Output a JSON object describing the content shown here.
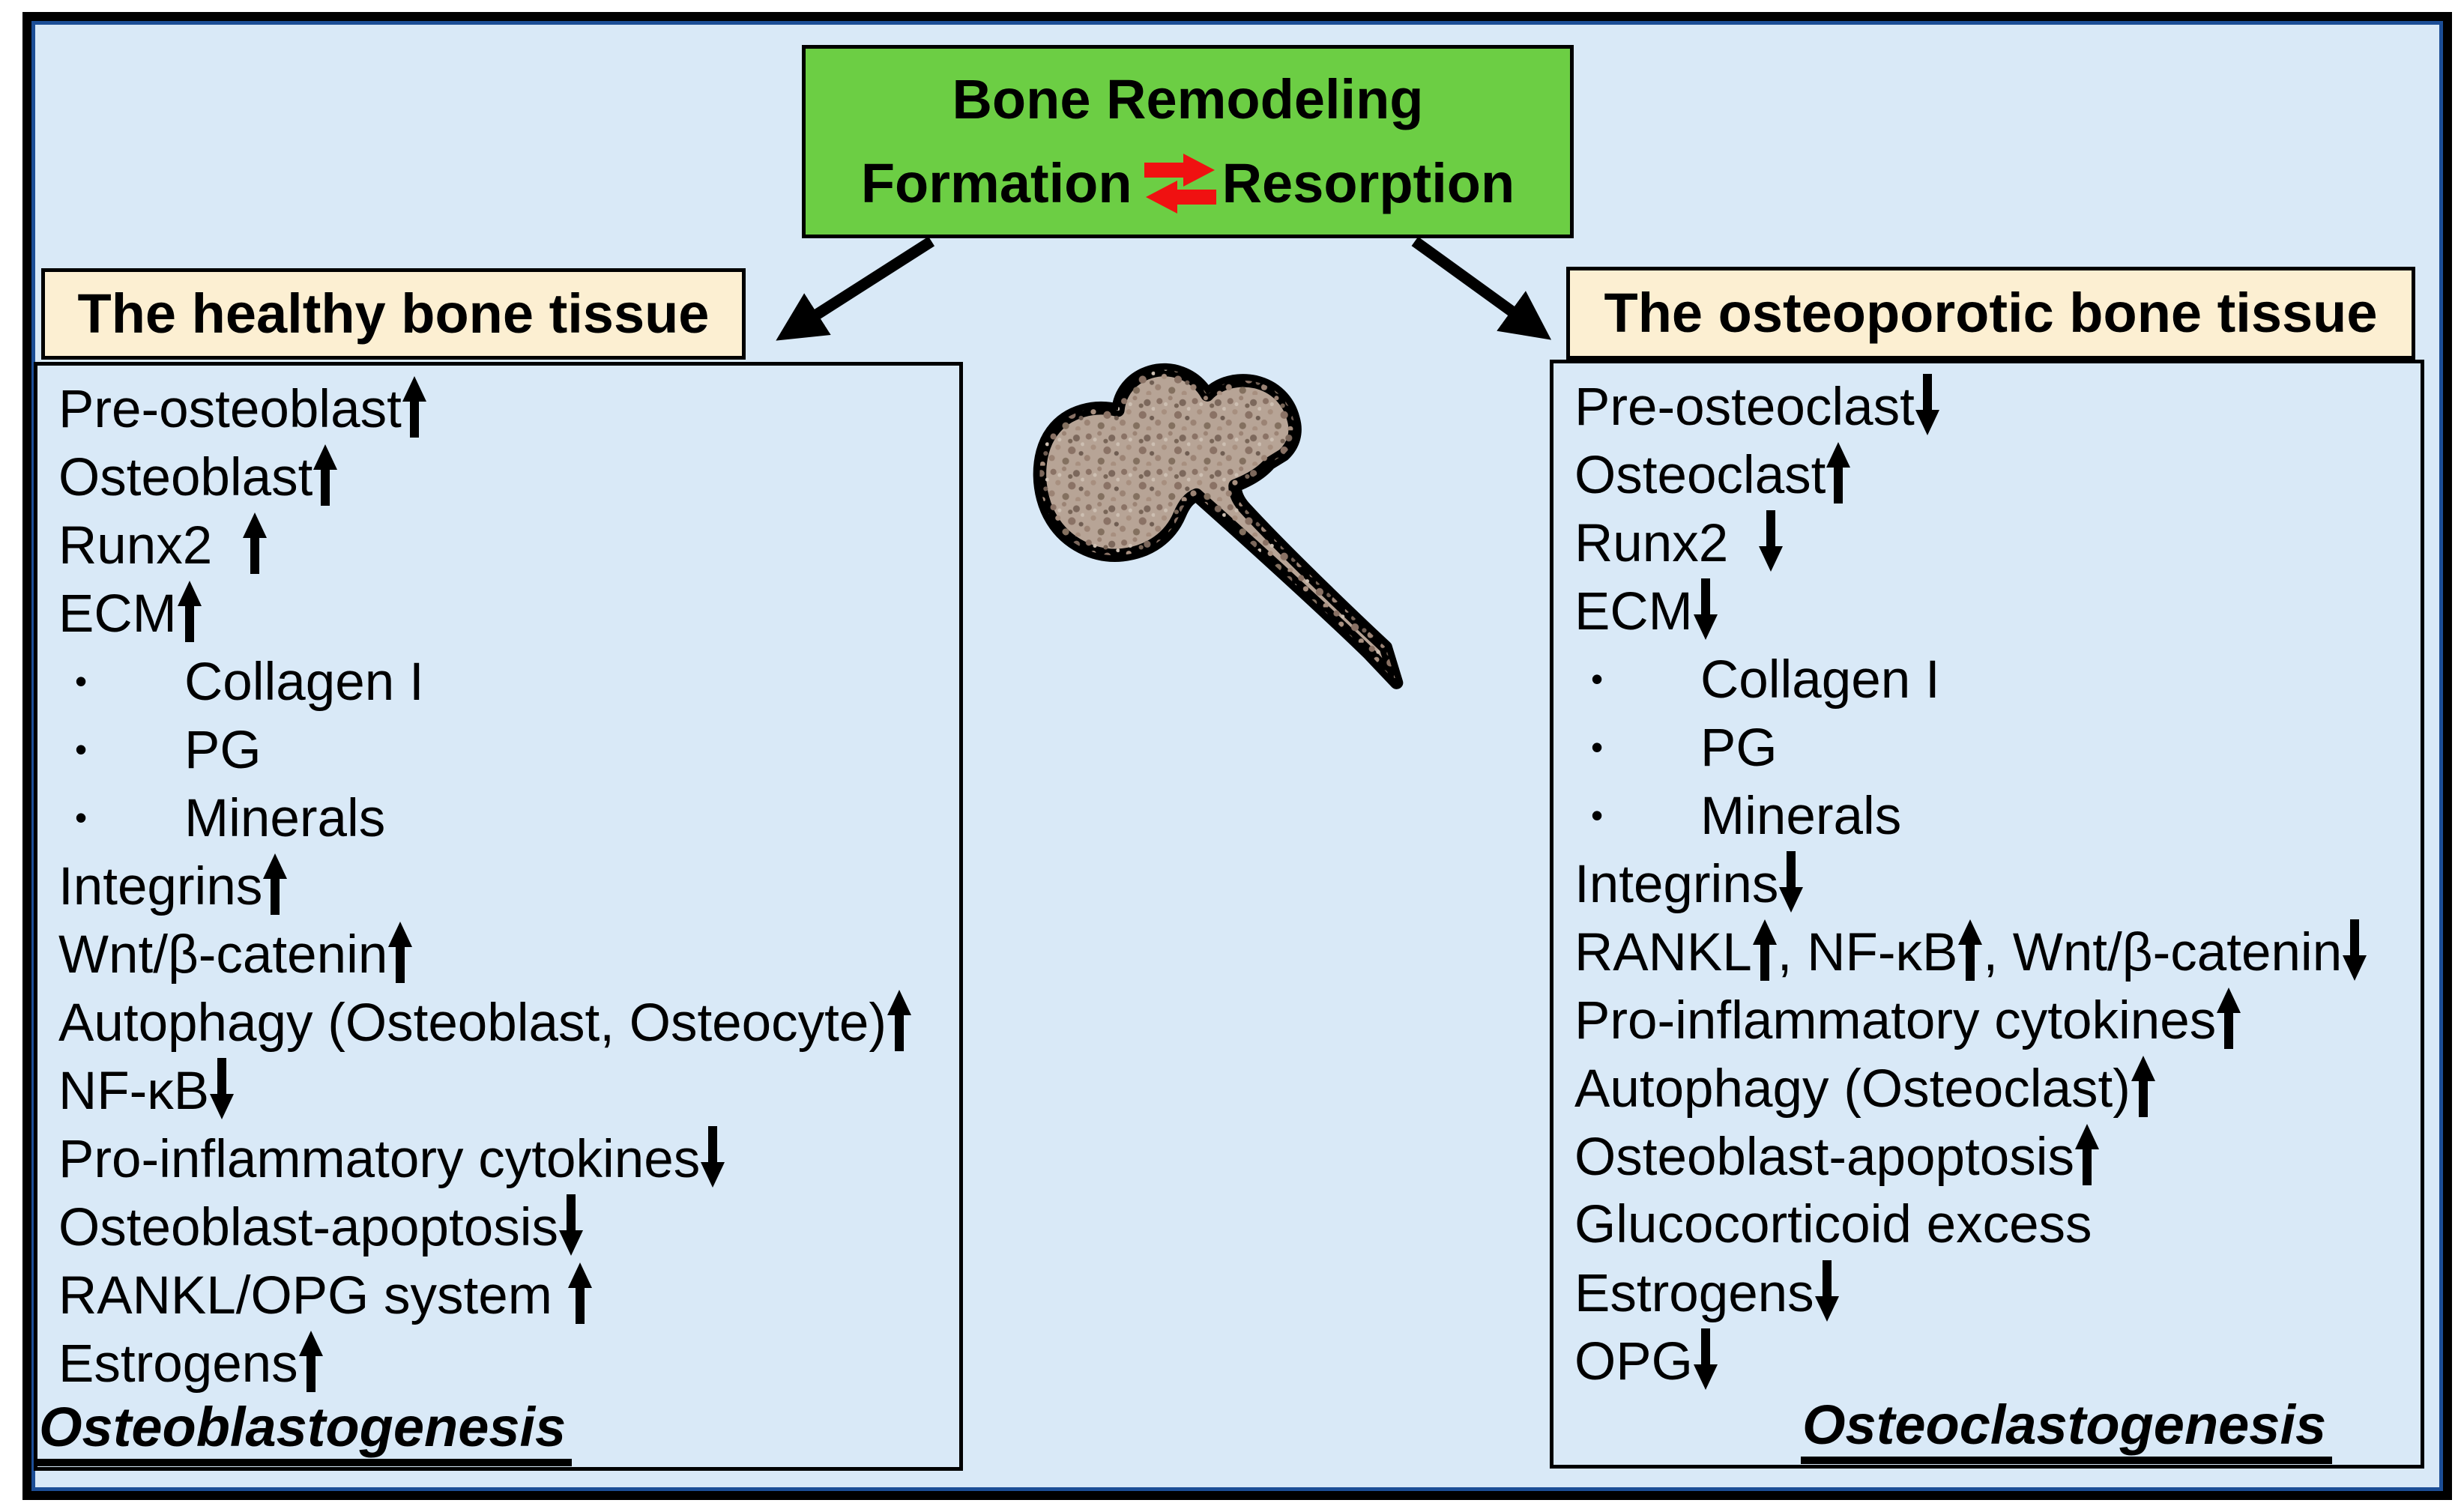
{
  "banner": {
    "line1": "Bone Remodeling",
    "line2_left": "Formation",
    "line2_right": "Resorption"
  },
  "left": {
    "header": "The healthy bone tissue",
    "items": [
      {
        "text": "Pre-osteoblast↑"
      },
      {
        "text": "Osteoblast↑"
      },
      {
        "text": "Runx2  ↑"
      },
      {
        "text": "ECM↑"
      },
      {
        "text": "Collagen I",
        "bullet": true
      },
      {
        "text": "PG",
        "bullet": true
      },
      {
        "text": "Minerals",
        "bullet": true
      },
      {
        "text": "Integrins↑"
      },
      {
        "text": "Wnt/β-catenin↑"
      },
      {
        "text": "Autophagy (Osteoblast, Osteocyte)↑"
      },
      {
        "text": "NF-κB↓"
      },
      {
        "text": "Pro-inflammatory cytokines↓"
      },
      {
        "text": "Osteoblast-apoptosis↓"
      },
      {
        "text": "RANKL/OPG system ↑"
      },
      {
        "text": "Estrogens↑"
      }
    ],
    "caption": "Osteoblastogenesis"
  },
  "right": {
    "header": "The osteoporotic bone tissue",
    "items": [
      {
        "text": "Pre-osteoclast↓"
      },
      {
        "text": "Osteoclast↑"
      },
      {
        "text": "Runx2  ↓"
      },
      {
        "text": "ECM↓"
      },
      {
        "text": "Collagen I",
        "bullet": true
      },
      {
        "text": "PG",
        "bullet": true
      },
      {
        "text": "Minerals",
        "bullet": true
      },
      {
        "text": "Integrins↓"
      },
      {
        "text": "RANKL↑, NF-κB↑, Wnt/β-catenin↓"
      },
      {
        "text": "Pro-inflammatory cytokines↑"
      },
      {
        "text": "Autophagy (Osteoclast)↑"
      },
      {
        "text": "Osteoblast-apoptosis↑"
      },
      {
        "text": "Glucocorticoid excess"
      },
      {
        "text": "Estrogens↓"
      },
      {
        "text": "OPG↓"
      }
    ],
    "caption": "Osteoclastogenesis"
  },
  "icons": {
    "bone": "femur-bone-illustration",
    "equilibrium": "red-equilibrium-arrows",
    "flow_left": "arrow-to-healthy-tissue",
    "flow_right": "arrow-to-osteoporotic-tissue"
  },
  "colors": {
    "background": "#D9E9F7",
    "banner_green": "#6CCE44",
    "header_cream": "#FCEFD2",
    "frame_black": "#000000",
    "frame_navy": "#1c4e96",
    "equilibrium_red": "#F01111",
    "bone_fill": "#B7A496"
  }
}
